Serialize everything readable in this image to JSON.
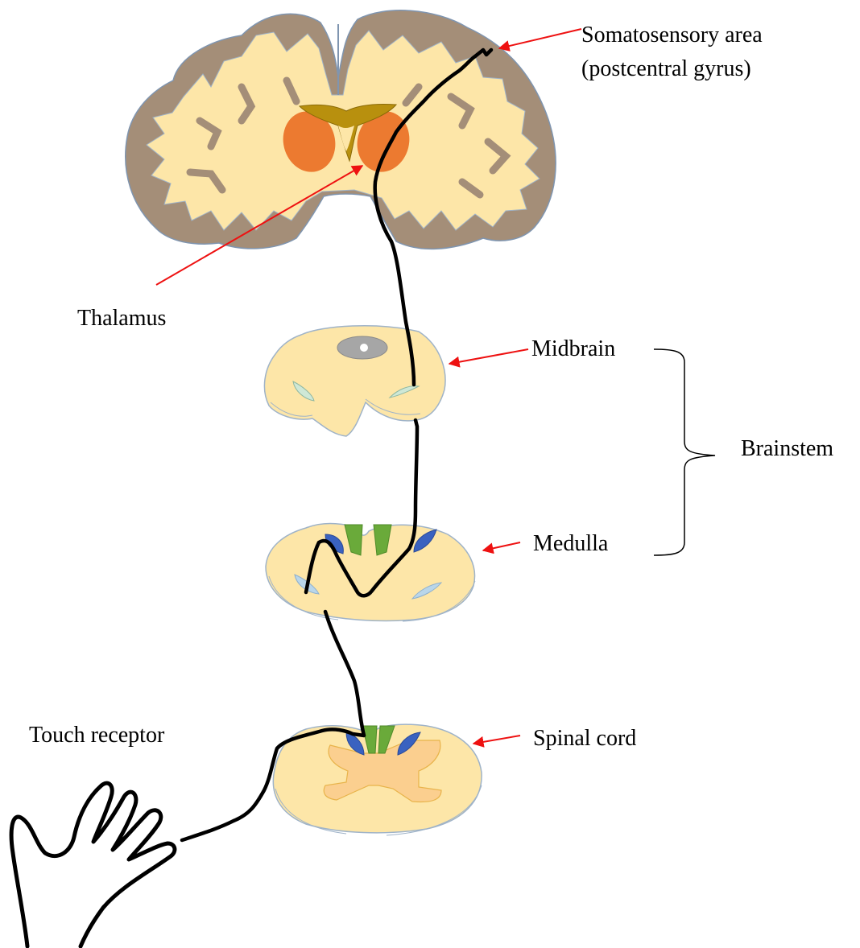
{
  "labels": {
    "somatosensory_line1": "Somatosensory area",
    "somatosensory_line2": "(postcentral gyrus)",
    "thalamus": "Thalamus",
    "midbrain": "Midbrain",
    "brainstem": "Brainstem",
    "medulla": "Medulla",
    "spinal_cord": "Spinal cord",
    "touch_receptor": "Touch receptor"
  },
  "colors": {
    "cortex_gray_matter": "#a48e78",
    "white_matter": "#fde6a8",
    "thalamus": "#ec7a30",
    "ventricle": "#b8900e",
    "pathway": "#000000",
    "arrow": "#ee1111",
    "midbrain_aqueduct": "#a6a6a6",
    "medulla_nuclei_green": "#6aaa3a",
    "medulla_nuclei_blue": "#3a62c0",
    "lemniscus_light_blue": "#b9d6ea",
    "spinal_gray_matter": "#fbcf8f"
  }
}
